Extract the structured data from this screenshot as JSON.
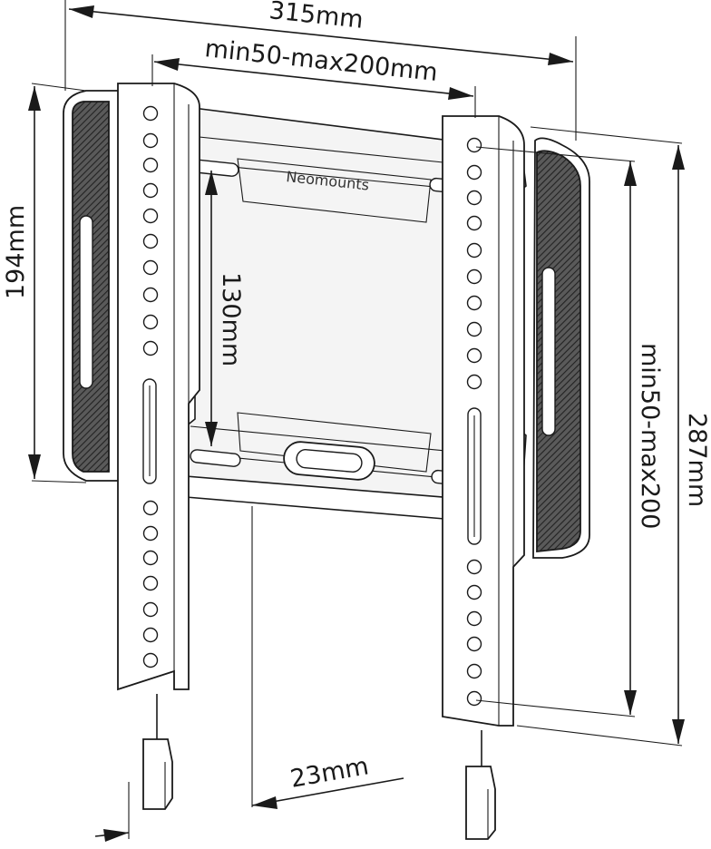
{
  "brand": "Neomounts",
  "dimensions": {
    "overall_width": "315mm",
    "vesa_width": "min50-max200mm",
    "left_height": "194mm",
    "inner_height": "130mm",
    "vesa_height": "min50-max200",
    "overall_height": "287mm",
    "depth": "23mm"
  },
  "colors": {
    "line": "#1a1a1a",
    "background": "#ffffff"
  }
}
